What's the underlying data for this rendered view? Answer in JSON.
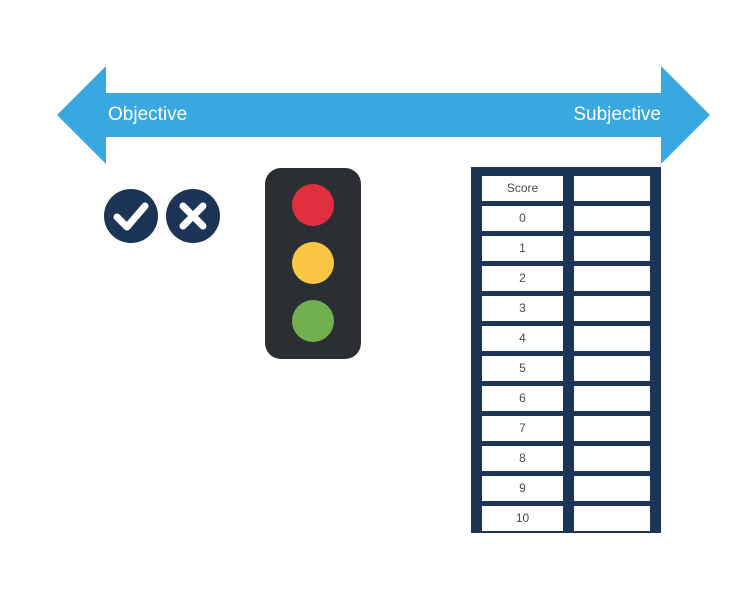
{
  "arrow": {
    "left_label": "Objective",
    "right_label": "Subjective",
    "color": "#3aa8e0"
  },
  "icons": {
    "check": "check-icon",
    "cross": "cross-icon",
    "circle_color": "#1c3557"
  },
  "traffic_light": {
    "lamps": [
      "red",
      "yellow",
      "green"
    ],
    "colors": {
      "red": "#e0303f",
      "yellow": "#f9c744",
      "green": "#72b04f",
      "housing": "#2b2f33"
    }
  },
  "score_table": {
    "header": "Score",
    "rows": [
      "0",
      "1",
      "2",
      "3",
      "4",
      "5",
      "6",
      "7",
      "8",
      "9",
      "10"
    ],
    "frame_color": "#1c3557"
  }
}
